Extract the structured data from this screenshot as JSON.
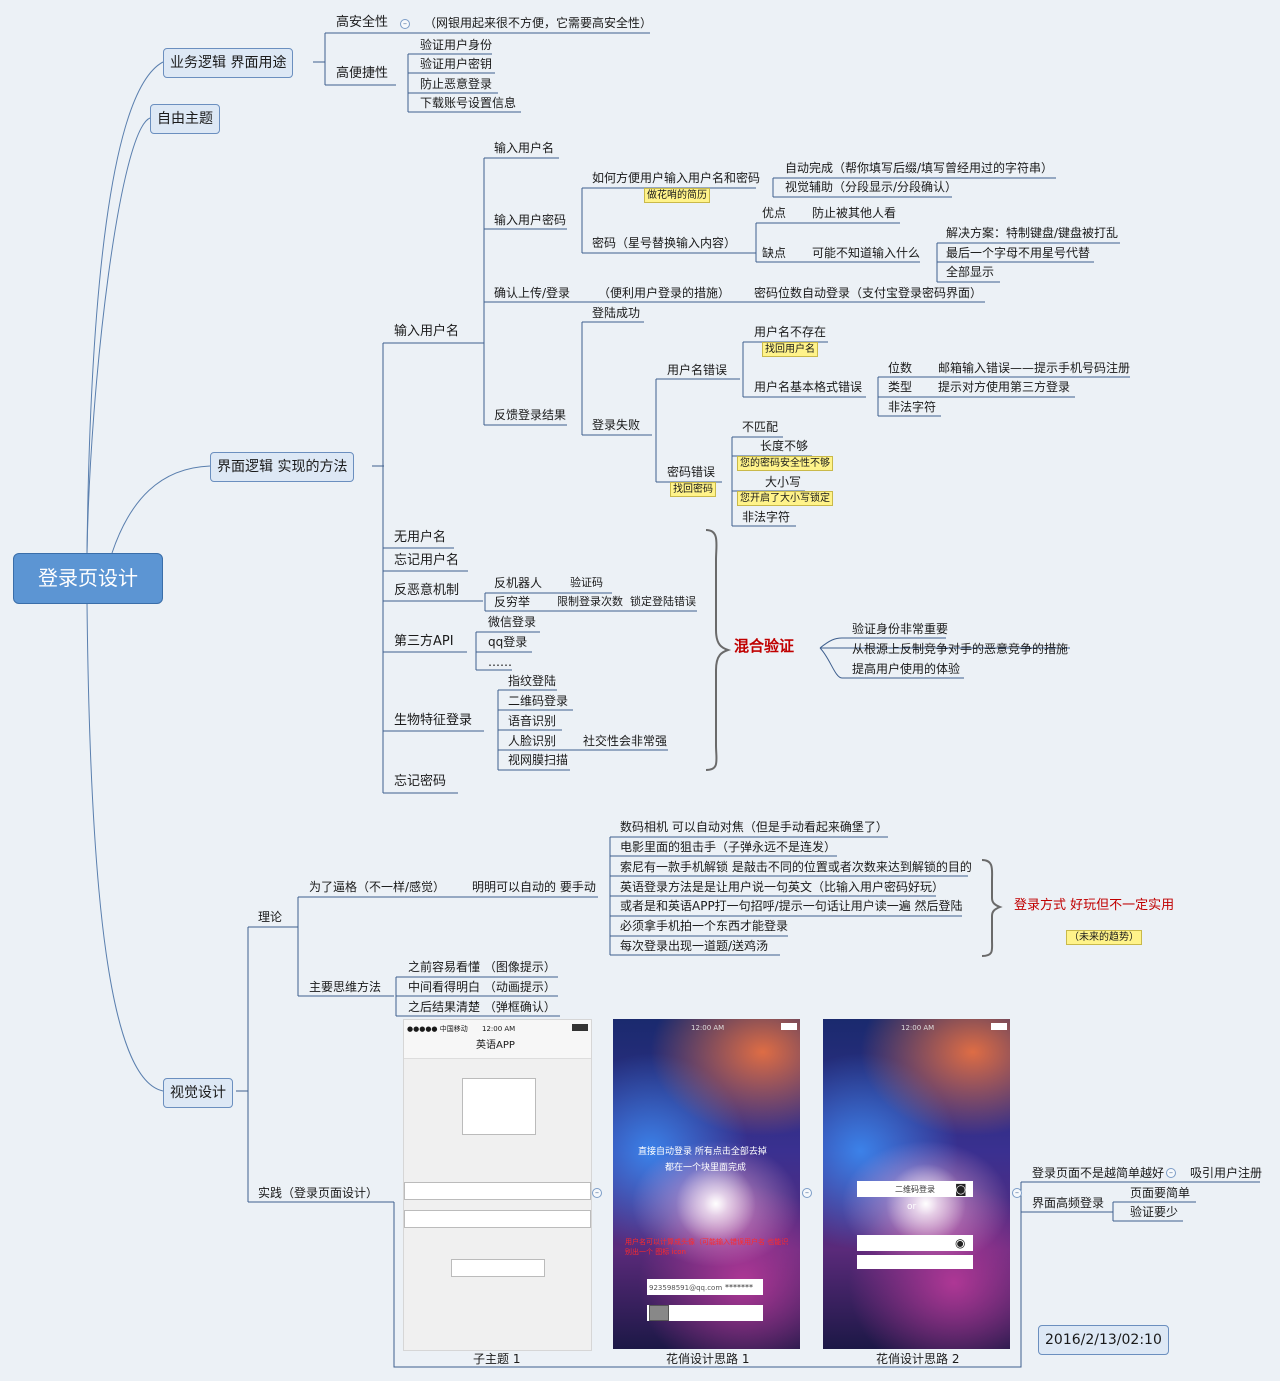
{
  "root": "登录页设计",
  "timestamp": "2016/2/13/02:10",
  "free_topic": "自由主题",
  "business": {
    "label": "业务逻辑  界面用途",
    "high_security": "高安全性",
    "high_security_note": "（网银用起来很不方便，它需要高安全性）",
    "high_convenience": "高便捷性",
    "items": [
      "验证用户身份",
      "验证用户密钥",
      "防止恶意登录",
      "下载账号设置信息"
    ]
  },
  "interface": {
    "label": "界面逻辑  实现的方法",
    "input_username_main": "输入用户名",
    "input_username": "输入用户名",
    "input_password": "输入用户密码",
    "how_convenient": "如何方便用户输入用户名和密码",
    "note_lazy": "做花哨的简历",
    "autocomplete": "自动完成（帮你填写后缀/填写曾经用过的字符串）",
    "visual_aid": "视觉辅助（分段显示/分段确认）",
    "password_star": "密码（星号替换输入内容）",
    "pros": "优点",
    "pros_detail": "防止被其他人看",
    "cons": "缺点",
    "cons_detail": "可能不知道输入什么",
    "solution": "解决方案：特制键盘/键盘被打乱",
    "last_char": "最后一个字母不用星号代替",
    "show_all": "全部显示",
    "confirm_upload": "确认上传/登录",
    "confirm_note": "（便利用户登录的措施）",
    "pwd_digits": "密码位数自动登录（支付宝登录密码界面）",
    "feedback": "反馈登录结果",
    "login_success": "登陆成功",
    "login_fail": "登录失败",
    "username_error": "用户名错误",
    "username_not_exist": "用户名不存在",
    "note_find_user": "找回用户名",
    "username_format": "用户名基本格式错误",
    "digits": "位数",
    "digits_detail": "邮箱输入错误——提示手机号码注册",
    "type": "类型",
    "type_detail": "提示对方使用第三方登录",
    "illegal_char": "非法字符",
    "password_error": "密码错误",
    "note_find_pwd": "找回密码",
    "mismatch": "不匹配",
    "too_short": "长度不够",
    "note_weak": "您的密码安全性不够",
    "caps": "大小写",
    "note_caps": "您开启了大小写锁定",
    "illegal_char2": "非法字符",
    "no_username": "无用户名",
    "forgot_username": "忘记用户名",
    "anti_malicious": "反恶意机制",
    "anti_robot": "反机器人",
    "captcha": "验证码",
    "anti_brute": "反穷举",
    "limit_attempts": "限制登录次数",
    "lock_error": "锁定登陆错误",
    "third_party": "第三方API",
    "wechat": "微信登录",
    "qq": "qq登录",
    "more": "……",
    "biometric": "生物特征登录",
    "fingerprint": "指纹登陆",
    "qrcode": "二维码登录",
    "voice": "语音识别",
    "face": "人脸识别",
    "social": "社交性会非常强",
    "retina": "视网膜扫描",
    "forgot_password": "忘记密码",
    "mixed": "混合验证",
    "mixed_items": [
      "验证身份非常重要",
      "从根源上反制竞争对手的恶意竞争的措施",
      "提高用户使用的体验"
    ]
  },
  "visual": {
    "label": "视觉设计",
    "theory": "理论",
    "force": "为了逼格（不一样/感觉）",
    "force_detail": "明明可以自动的 要手动",
    "examples": [
      "数码相机 可以自动对焦（但是手动看起来确堡了）",
      "电影里面的狙击手（子弹永远不是连发）",
      "索尼有一款手机解锁  是敲击不同的位置或者次数来达到解锁的目的",
      "英语登录方法是是让用户说一句英文（比输入用户密码好玩）",
      "或者是和英语APP打一句招呼/提示一句话让用户读一遍 然后登陆",
      "必须拿手机拍一个东西才能登录",
      "每次登录出现一道题/送鸡汤"
    ],
    "fun_conclusion": "登录方式 好玩但不一定实用",
    "future_note": "（未来的趋势）",
    "main_method": "主要思维方法",
    "methods": [
      "之前容易看懂 （图像提示）",
      "中间看得明白 （动画提示）",
      "之后结果清楚 （弹框确认）"
    ],
    "practice": "实践（登录页面设计）",
    "phone1": {
      "carrier": "●●●●● 中国移动",
      "time": "12:00 AM",
      "title": "英语APP",
      "caption": "子主题 1"
    },
    "phone2": {
      "time": "12:00 AM",
      "text1": "直接自动登录  所有点击全部去掉",
      "text2": "都在一个块里面完成",
      "red_note": "用户名可以计算成头像（可能输入错误用户名  也能识别出一个 图标 icon",
      "email": "923598591@qq.com",
      "pwd": "*******",
      "caption": "花俏设计思路 1"
    },
    "phone3": {
      "time": "12:00 AM",
      "qr": "二维码登录",
      "or": "or",
      "caption": "花俏设计思路 2"
    },
    "right_a": "登录页面不是越简单越好",
    "right_a_detail": "吸引用户注册",
    "right_b": "界面高频登录",
    "right_b_items": [
      "页面要简单",
      "验证要少"
    ]
  }
}
